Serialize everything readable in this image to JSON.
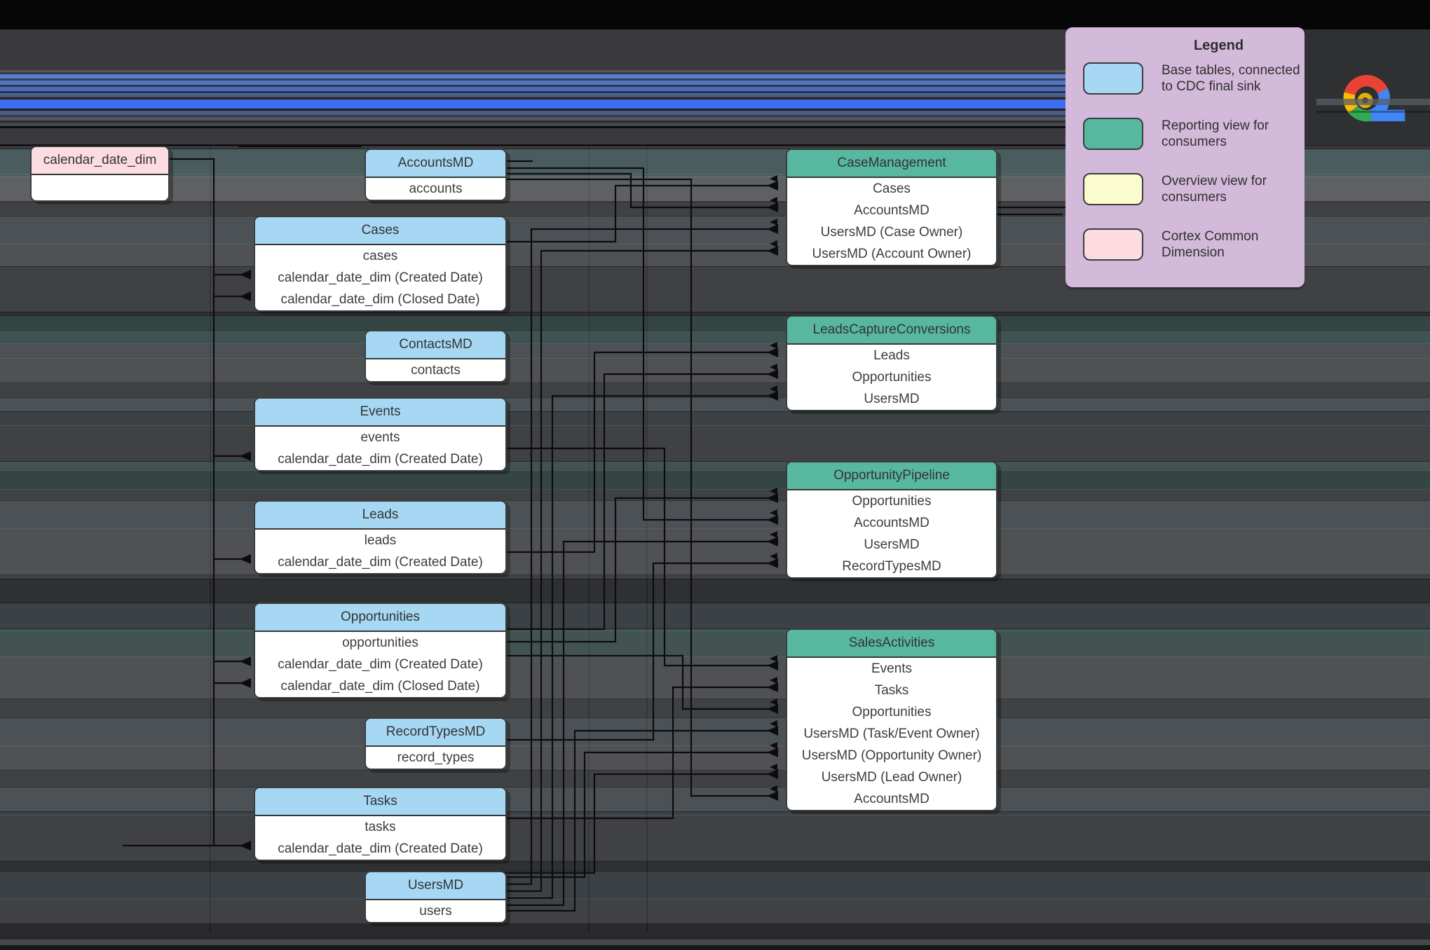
{
  "diagram": {
    "legend": {
      "title": "Legend",
      "items": [
        {
          "key": "base_table",
          "label": "Base tables, connected to CDC final sink"
        },
        {
          "key": "reporting_view",
          "label": "Reporting view for consumers"
        },
        {
          "key": "overview_view",
          "label": "Overview view for consumers"
        },
        {
          "key": "cortex_dim",
          "label": "Cortex Common Dimension"
        }
      ]
    },
    "colors": {
      "base_table": "#a6d8f3",
      "reporting_view": "#57b79f",
      "overview_view": "#fbfccd",
      "cortex_dim": "#fcdce1",
      "legend_bg": "#d3b9da"
    },
    "entities": [
      {
        "id": "calendar_date_dim",
        "title": "calendar_date_dim",
        "type": "cortex_dim",
        "rows": []
      },
      {
        "id": "accounts_md",
        "title": "AccountsMD",
        "type": "base_table",
        "rows": [
          "accounts"
        ]
      },
      {
        "id": "cases",
        "title": "Cases",
        "type": "base_table",
        "rows": [
          "cases",
          "calendar_date_dim (Created Date)",
          "calendar_date_dim (Closed Date)"
        ]
      },
      {
        "id": "contacts_md",
        "title": "ContactsMD",
        "type": "base_table",
        "rows": [
          "contacts"
        ]
      },
      {
        "id": "events",
        "title": "Events",
        "type": "base_table",
        "rows": [
          "events",
          "calendar_date_dim (Created Date)"
        ]
      },
      {
        "id": "leads",
        "title": "Leads",
        "type": "base_table",
        "rows": [
          "leads",
          "calendar_date_dim (Created Date)"
        ]
      },
      {
        "id": "opportunities",
        "title": "Opportunities",
        "type": "base_table",
        "rows": [
          "opportunities",
          "calendar_date_dim (Created Date)",
          "calendar_date_dim (Closed Date)"
        ]
      },
      {
        "id": "record_types_md",
        "title": "RecordTypesMD",
        "type": "base_table",
        "rows": [
          "record_types"
        ]
      },
      {
        "id": "tasks",
        "title": "Tasks",
        "type": "base_table",
        "rows": [
          "tasks",
          "calendar_date_dim (Created Date)"
        ]
      },
      {
        "id": "users_md",
        "title": "UsersMD",
        "type": "base_table",
        "rows": [
          "users"
        ]
      },
      {
        "id": "case_management",
        "title": "CaseManagement",
        "type": "reporting_view",
        "rows": [
          "Cases",
          "AccountsMD",
          "UsersMD (Case Owner)",
          "UsersMD (Account Owner)"
        ]
      },
      {
        "id": "leads_capture_conversions",
        "title": "LeadsCaptureConversions",
        "type": "reporting_view",
        "rows": [
          "Leads",
          "Opportunities",
          "UsersMD"
        ]
      },
      {
        "id": "opportunity_pipeline",
        "title": "OpportunityPipeline",
        "type": "reporting_view",
        "rows": [
          "Opportunities",
          "AccountsMD",
          "UsersMD",
          "RecordTypesMD"
        ]
      },
      {
        "id": "sales_activities",
        "title": "SalesActivities",
        "type": "reporting_view",
        "rows": [
          "Events",
          "Tasks",
          "Opportunities",
          "UsersMD (Task/Event Owner)",
          "UsersMD (Opportunity Owner)",
          "UsersMD (Lead Owner)",
          "AccountsMD"
        ]
      }
    ]
  }
}
